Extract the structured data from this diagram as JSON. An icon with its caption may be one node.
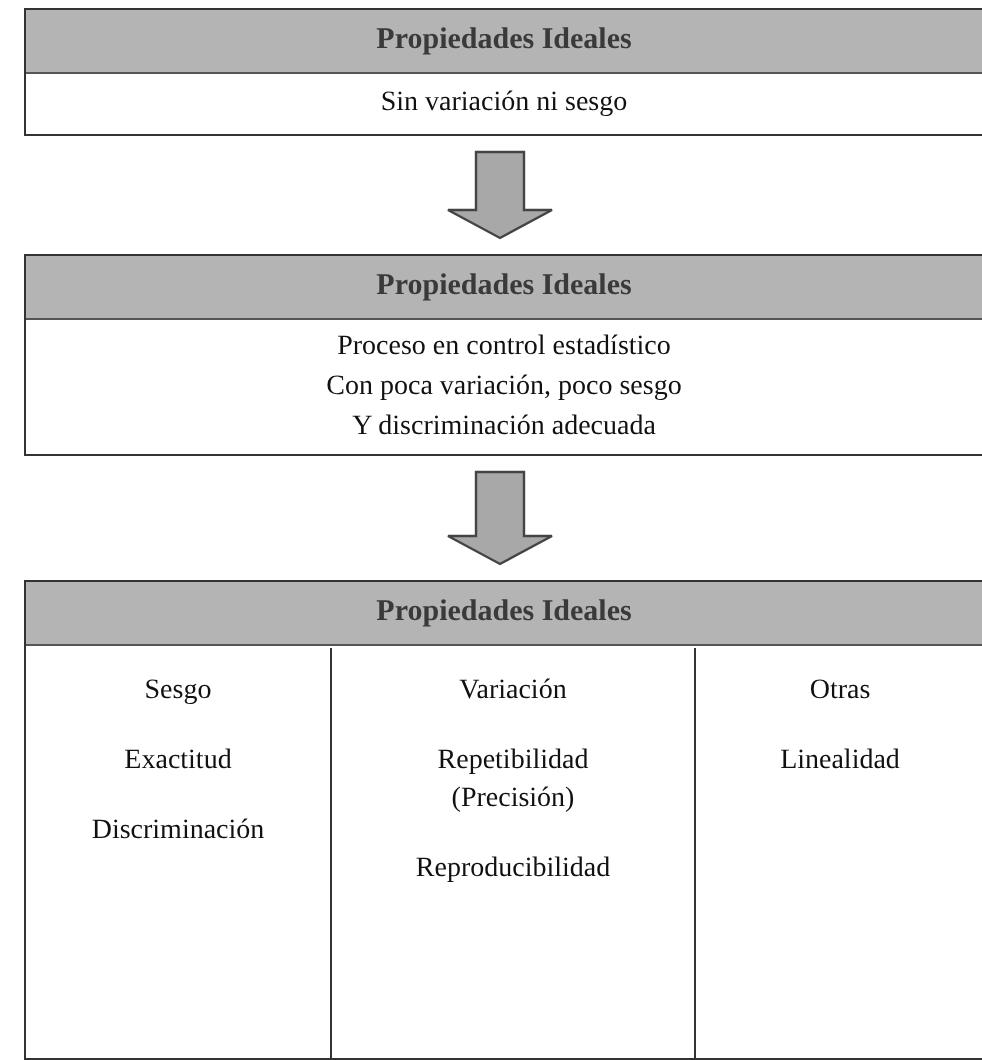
{
  "diagram": {
    "nodes": [
      {
        "text": [
          "Propiedades Ideales",
          "Sin variación ni sesgo"
        ]
      },
      {
        "text": [
          "Propiedades Ideales",
          "Proceso en control estadístico",
          "Con poca variación, poco sesgo",
          "Y discriminación adecuada"
        ]
      },
      {
        "text": [
          "Propiedades Ideales"
        ]
      },
      {
        "text": [
          "Sesgo",
          "Exactitud",
          "Discriminación"
        ],
        "in": 2
      },
      {
        "text": [
          "Variación",
          "Repetibilidad (Precisión)",
          "Reproducibilidad"
        ],
        "in": 2
      },
      {
        "text": [
          "Otras",
          "Linealidad"
        ],
        "in": 2
      }
    ],
    "edges": [
      {
        "from": 0,
        "to": 1,
        "arrow": "to"
      },
      {
        "from": 1,
        "to": 2,
        "arrow": "to"
      }
    ]
  }
}
